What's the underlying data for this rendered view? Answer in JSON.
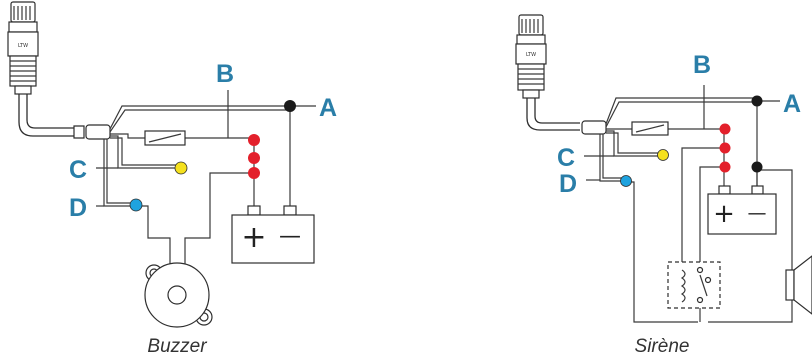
{
  "left": {
    "caption": "Buzzer",
    "labels": {
      "a": "A",
      "b": "B",
      "c": "C",
      "d": "D"
    },
    "connector_text": "LTW",
    "battery": {
      "plus": "+",
      "minus": "—"
    }
  },
  "right": {
    "caption": "Sirène",
    "labels": {
      "a": "A",
      "b": "B",
      "c": "C",
      "d": "D"
    },
    "connector_text": "LTW",
    "battery": {
      "plus": "+",
      "minus": "—"
    }
  },
  "colors": {
    "label": "#2a7ea8",
    "wire_black": "#1a1a1a",
    "wire_red": "#e3202b",
    "wire_yellow": "#f5e11e",
    "wire_blue": "#1fa3df"
  }
}
